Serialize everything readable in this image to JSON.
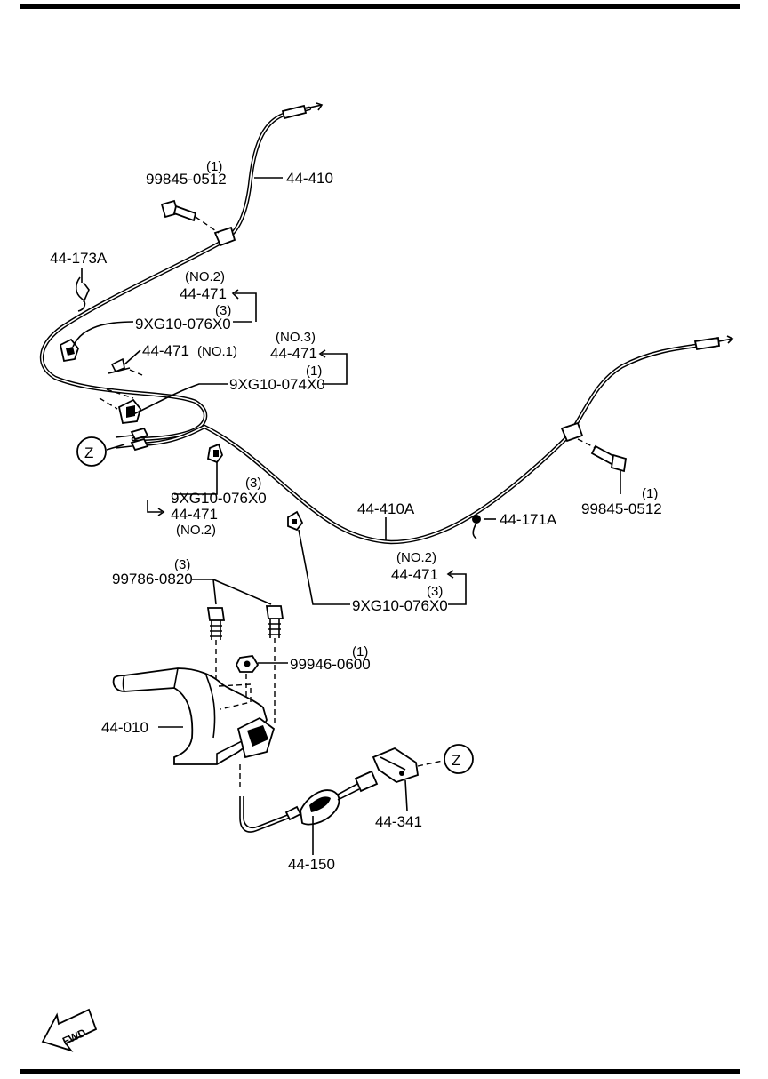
{
  "callouts": {
    "c_44410": "44-410",
    "c_99845_top": "99845-0512",
    "q_99845_top": "(1)",
    "c_44173a": "44-173A",
    "n_471_no2_a": "(NO.2)",
    "c_471_a": "44-471",
    "q_9xg076_a": "(3)",
    "c_9xg076_a": "9XG10-076X0",
    "c_471_no1": "44-471",
    "n_471_no1": "(NO.1)",
    "n_471_no3": "(NO.3)",
    "c_471_b": "44-471",
    "q_9xg074": "(1)",
    "c_9xg074": "9XG10-074X0",
    "z_left": "Z",
    "q_9xg076_b": "(3)",
    "c_9xg076_b": "9XG10-076X0",
    "c_471_c": "44-471",
    "n_471_no2_c": "(NO.2)",
    "c_44410a": "44-410A",
    "c_44171a": "44-171A",
    "q_99845_right": "(1)",
    "c_99845_right": "99845-0512",
    "n_471_no2_d": "(NO.2)",
    "c_471_d": "44-471",
    "q_9xg076_d": "(3)",
    "c_9xg076_d": "9XG10-076X0",
    "q_99786": "(3)",
    "c_99786": "99786-0820",
    "q_99946": "(1)",
    "c_99946": "99946-0600",
    "c_44010": "44-010",
    "z_right": "Z",
    "c_44341": "44-341",
    "c_44150": "44-150",
    "fwd": "FWD"
  }
}
